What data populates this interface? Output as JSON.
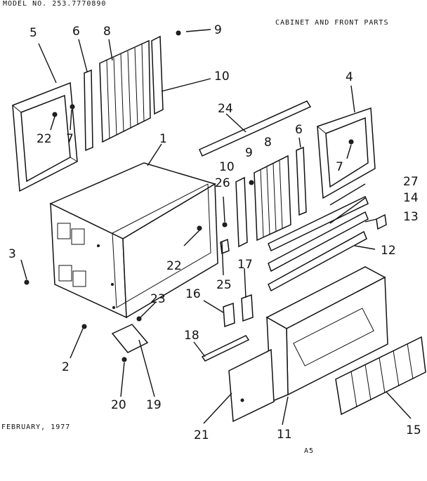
{
  "header": {
    "model": "MODEL NO.  253.7770890",
    "section_title": "CABINET AND FRONT PARTS"
  },
  "footer": {
    "date": "FEBRUARY, 1977",
    "page_code": "A5"
  },
  "callouts": {
    "c1": "1",
    "c2": "2",
    "c3": "3",
    "c4": "4",
    "c5": "5",
    "c6a": "6",
    "c6b": "6",
    "c7a": "7",
    "c7b": "7",
    "c8a": "8",
    "c8b": "8",
    "c9a": "9",
    "c9b": "9",
    "c10a": "10",
    "c10b": "10",
    "c11": "11",
    "c12": "12",
    "c13": "13",
    "c14": "14",
    "c15": "15",
    "c16": "16",
    "c17": "17",
    "c18": "18",
    "c19": "19",
    "c20": "20",
    "c21": "21",
    "c22a": "22",
    "c22b": "22",
    "c23": "23",
    "c24": "24",
    "c25": "25",
    "c26": "26",
    "c27": "27"
  }
}
